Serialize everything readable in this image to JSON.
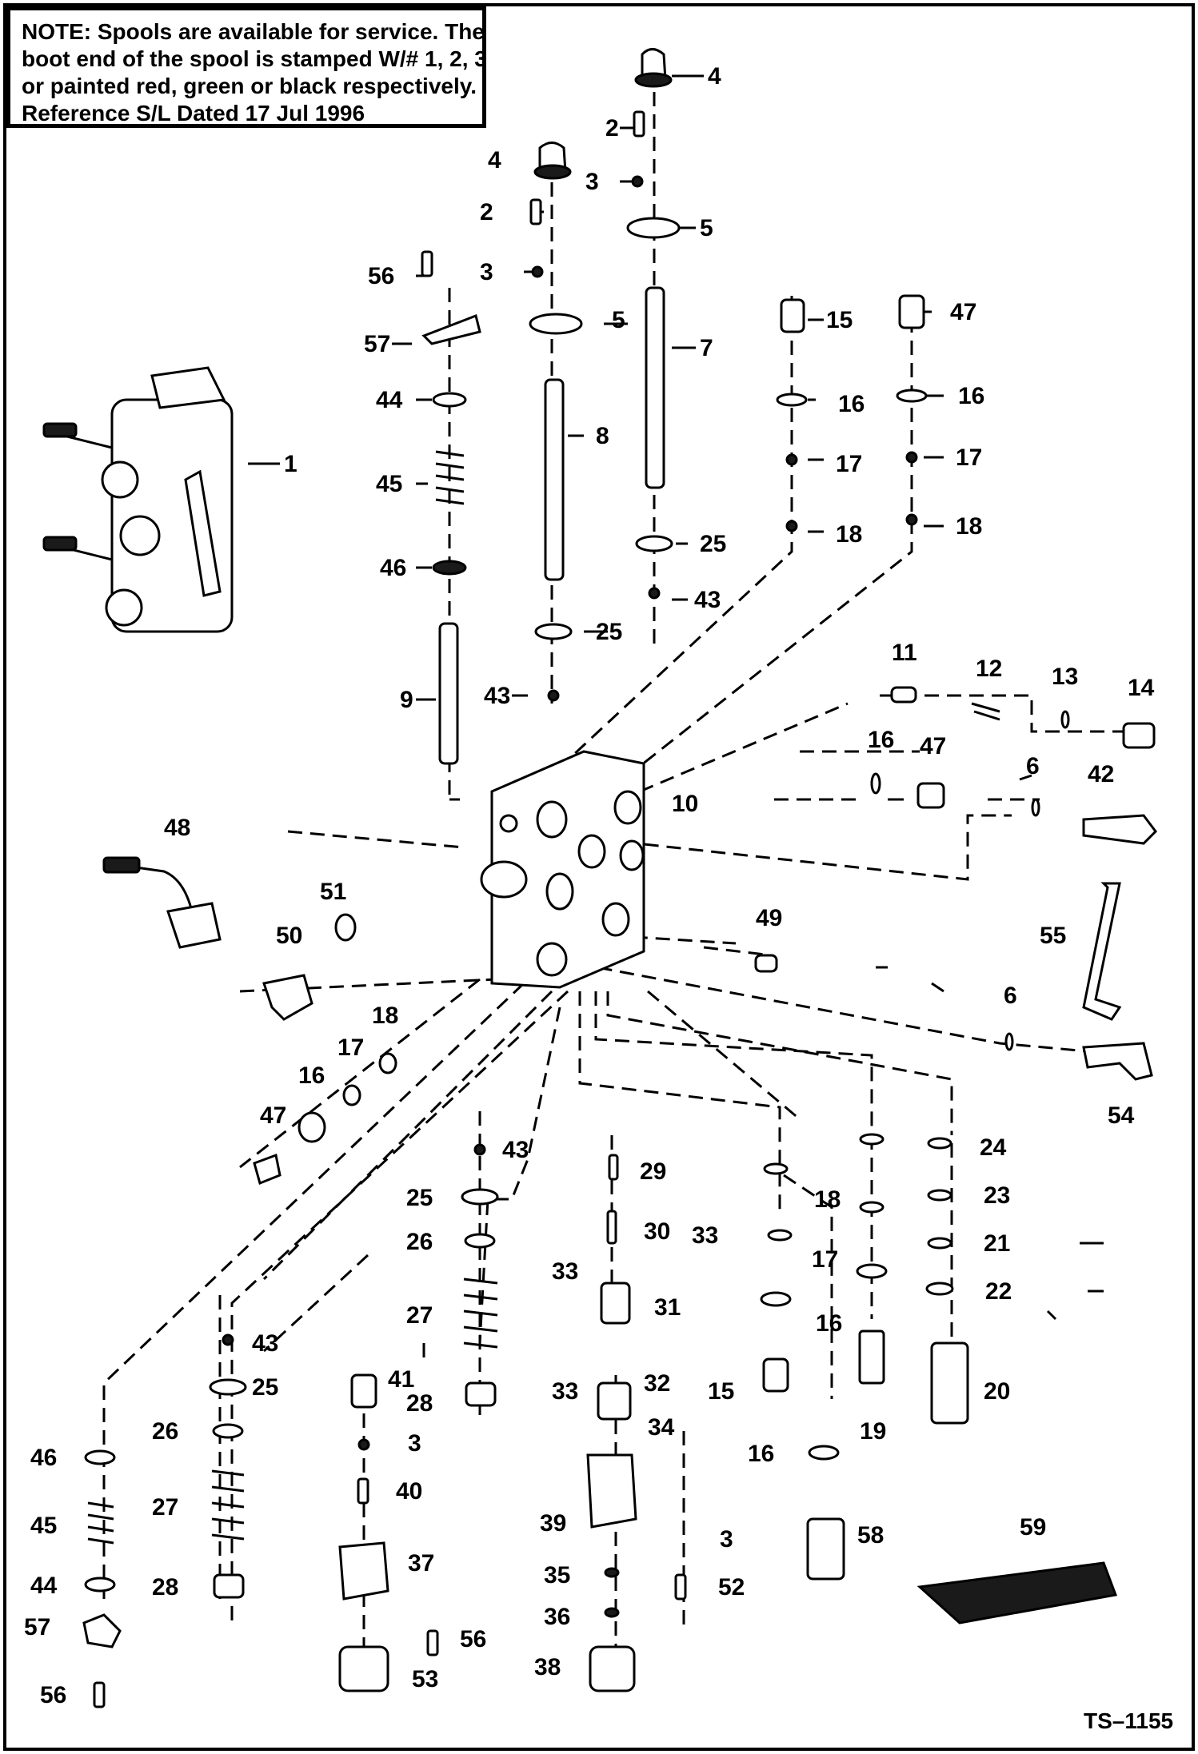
{
  "note": {
    "lines": [
      "NOTE: Spools are available for service.  The",
      "boot end of the spool is stamped W/# 1, 2, 3",
      "or painted red, green or black respectively.",
      "Reference S/L Dated 17 Jul 1996"
    ]
  },
  "drawing_number": "TS–1155",
  "callouts": [
    "1",
    "2",
    "3",
    "4",
    "5",
    "6",
    "7",
    "8",
    "9",
    "10",
    "11",
    "12",
    "13",
    "14",
    "15",
    "16",
    "17",
    "18",
    "19",
    "20",
    "21",
    "22",
    "23",
    "24",
    "25",
    "26",
    "27",
    "28",
    "29",
    "30",
    "31",
    "32",
    "33",
    "34",
    "35",
    "36",
    "37",
    "38",
    "39",
    "40",
    "41",
    "42",
    "43",
    "44",
    "45",
    "46",
    "47",
    "48",
    "49",
    "50",
    "51",
    "52",
    "53",
    "54",
    "55",
    "56",
    "57",
    "58",
    "59"
  ]
}
